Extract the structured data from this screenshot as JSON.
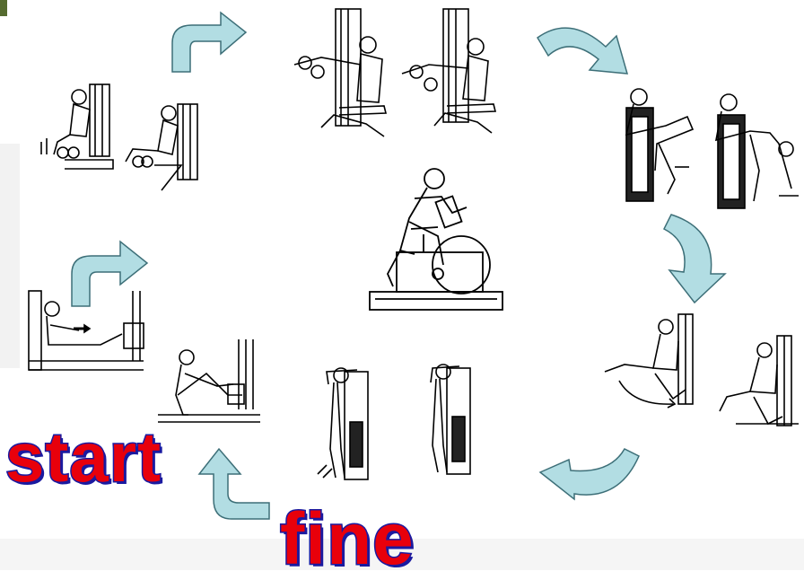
{
  "labels": {
    "start": "start",
    "fine": "fine"
  },
  "colors": {
    "arrow_fill": "#b2dde3",
    "arrow_stroke": "#3d6f78",
    "word_fill": "#e8000b",
    "word_outline": "#1a1aa0",
    "line_art": "#000000"
  },
  "icons": [
    "curved-arrow-icon",
    "exercise-machine-illustration",
    "stationary-bike-illustration"
  ]
}
